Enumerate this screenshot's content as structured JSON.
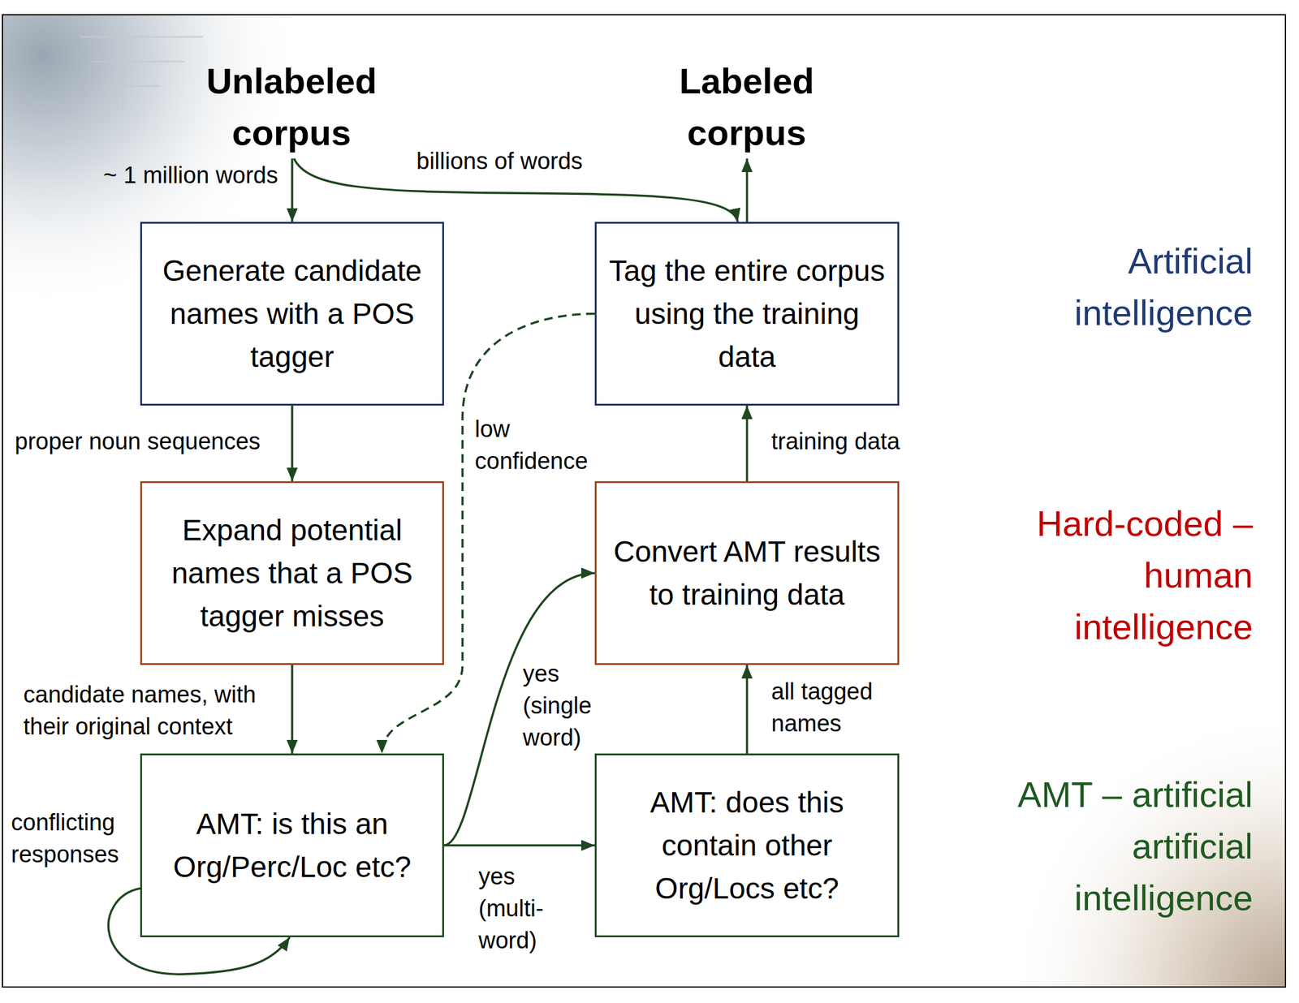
{
  "diagram": {
    "nodes": [
      {
        "text": [
          "Unlabeled corpus"
        ]
      },
      {
        "text": [
          "Labeled corpus"
        ]
      },
      {
        "text": [
          "Generate candidate names with a POS tagger"
        ]
      },
      {
        "text": [
          "Tag the entire corpus using the training data"
        ]
      },
      {
        "text": [
          "Expand potential names that a POS tagger misses"
        ]
      },
      {
        "text": [
          "Convert AMT results to training data"
        ]
      },
      {
        "text": [
          "AMT: is this an Org/Perc/Loc etc?"
        ]
      },
      {
        "text": [
          "AMT: does this contain other Org/Locs etc?"
        ]
      }
    ],
    "edges": [
      {
        "from": 0,
        "to": 2,
        "label": "~ 1 million words",
        "arrow": "to"
      },
      {
        "from": 0,
        "to": 3,
        "label": "billions of words",
        "arrow": "to"
      },
      {
        "from": 3,
        "to": 1,
        "arrow": "to"
      },
      {
        "from": 2,
        "to": 4,
        "label": "proper noun sequences",
        "arrow": "to"
      },
      {
        "from": 4,
        "to": 6,
        "label": "candidate names, with their original context",
        "arrow": "to"
      },
      {
        "from": 3,
        "to": 6,
        "label": "low confidence",
        "arrow": "to"
      },
      {
        "from": 6,
        "to": 5,
        "label": "yes (single word)",
        "arrow": "to"
      },
      {
        "from": 6,
        "to": 7,
        "label": "yes (multi-word)",
        "arrow": "to"
      },
      {
        "from": 6,
        "to": 6,
        "label": "conflicting responses",
        "arrow": "to"
      },
      {
        "from": 7,
        "to": 5,
        "label": "all tagged names",
        "arrow": "to"
      },
      {
        "from": 5,
        "to": 3,
        "label": "training data",
        "arrow": "to"
      }
    ],
    "labels": [
      "Artificial intelligence",
      "Hard-coded – human intelligence",
      "AMT – artificial artificial intelligence"
    ]
  }
}
